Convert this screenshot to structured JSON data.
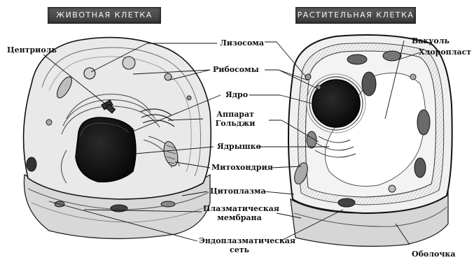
{
  "titles": {
    "animal_cell": "ЖИВОТНАЯ КЛЕТКА",
    "plant_cell": "РАСТИТЕЛЬНАЯ КЛЕТКА"
  },
  "labels": {
    "lysosome": "Лизосома",
    "centriole": "Центриоль",
    "ribosomes": "Рибосомы",
    "vacuole": "Вакуоль",
    "chloroplast": "Хлоропласт",
    "nucleus": "Ядро",
    "golgi_line1": "Аппарат",
    "golgi_line2": "Гольджи",
    "nucleolus": "Ядрышко",
    "mitochondria": "Митохондрия",
    "cytoplasm": "Цитоплазма",
    "membrane_line1": "Плазматическая",
    "membrane_line2": "мембрана",
    "er_line1": "Эндоплазматическая",
    "er_line2": "сеть",
    "cell_wall": "Оболочка"
  }
}
